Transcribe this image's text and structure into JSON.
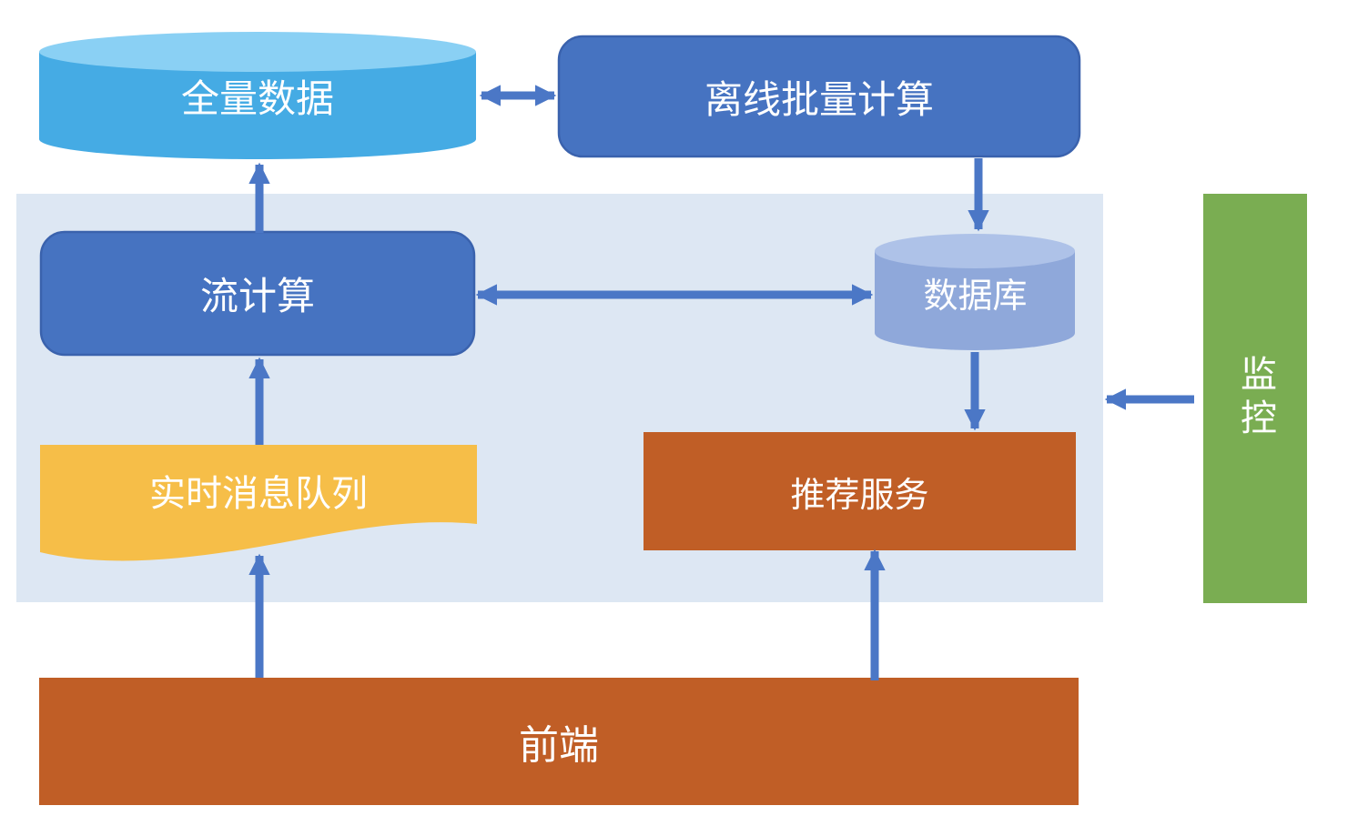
{
  "diagram": {
    "nodes": {
      "full_data": {
        "label": "全量数据",
        "shape": "cylinder",
        "fill": "#45ABE4"
      },
      "offline_batch": {
        "label": "离线批量计算",
        "shape": "rounded-rect",
        "fill": "#4673C1"
      },
      "stream_compute": {
        "label": "流计算",
        "shape": "rounded-rect",
        "fill": "#4673C1"
      },
      "database": {
        "label": "数据库",
        "shape": "cylinder",
        "fill": "#8FA8DA"
      },
      "realtime_queue": {
        "label": "实时消息队列",
        "shape": "wave",
        "fill": "#F6BE48"
      },
      "recommend_service": {
        "label": "推荐服务",
        "shape": "rect",
        "fill": "#C05E26"
      },
      "frontend": {
        "label": "前端",
        "shape": "rect",
        "fill": "#C05E26"
      },
      "monitor": {
        "label": "监控",
        "shape": "rect",
        "fill": "#7AAD52"
      }
    },
    "edges": [
      {
        "from": "full_data",
        "to": "offline_batch",
        "direction": "bidirectional"
      },
      {
        "from": "offline_batch",
        "to": "database",
        "direction": "one-way"
      },
      {
        "from": "stream_compute",
        "to": "full_data",
        "direction": "one-way"
      },
      {
        "from": "stream_compute",
        "to": "database",
        "direction": "bidirectional"
      },
      {
        "from": "database",
        "to": "recommend_service",
        "direction": "one-way"
      },
      {
        "from": "realtime_queue",
        "to": "stream_compute",
        "direction": "one-way"
      },
      {
        "from": "frontend",
        "to": "realtime_queue",
        "direction": "one-way"
      },
      {
        "from": "frontend",
        "to": "recommend_service",
        "direction": "one-way"
      },
      {
        "from": "monitor",
        "to": "realtime_panel",
        "direction": "one-way"
      }
    ],
    "colors": {
      "arrow": "#4B77C6",
      "panel_background": "#DDE7F3",
      "blue_box": "#4673C1",
      "blue_box_border": "#3A62AD",
      "cyan_cylinder_body": "#45ABE4",
      "cyan_cylinder_top": "#8AD0F4",
      "periwinkle_cylinder_body": "#8FA8DA",
      "periwinkle_cylinder_top": "#AEC2E8",
      "yellow_wave": "#F6BE48",
      "orange_box": "#C05E26",
      "green_bar": "#7AAD52",
      "label_text": "#FFFFFF"
    }
  }
}
